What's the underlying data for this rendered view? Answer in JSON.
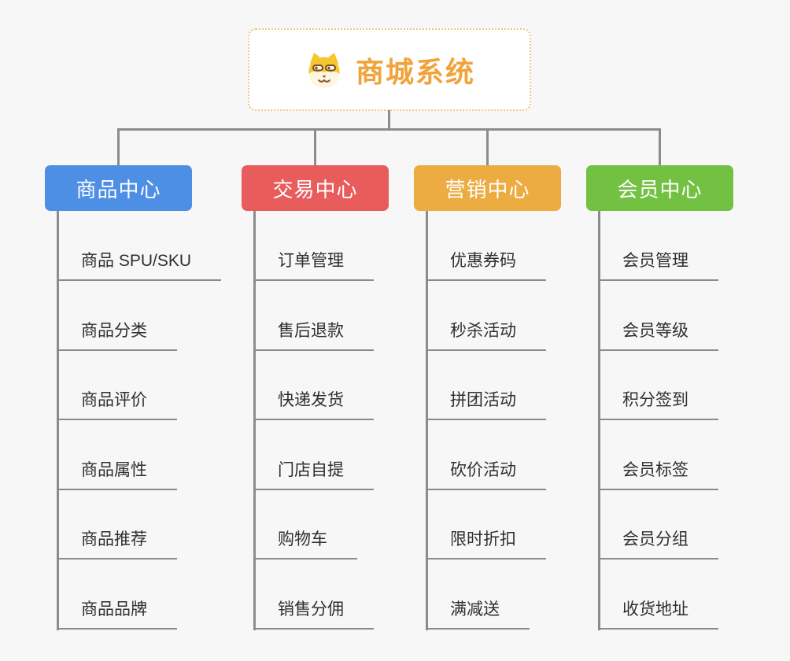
{
  "root": {
    "title": "商城系统",
    "icon": "shiba-dog-icon"
  },
  "colors": {
    "background": "#f7f7f7",
    "connector": "#8c8c8c",
    "root_border": "#f0c583",
    "root_text": "#f1a33b",
    "item_text": "#2f2f2f"
  },
  "branches": [
    {
      "label": "商品中心",
      "color": "#4d8fe4",
      "items": [
        "商品 SPU/SKU",
        "商品分类",
        "商品评价",
        "商品属性",
        "商品推荐",
        "商品品牌"
      ]
    },
    {
      "label": "交易中心",
      "color": "#e85c5c",
      "items": [
        "订单管理",
        "售后退款",
        "快递发货",
        "门店自提",
        "购物车",
        "销售分佣"
      ]
    },
    {
      "label": "营销中心",
      "color": "#ecac41",
      "items": [
        "优惠券码",
        "秒杀活动",
        "拼团活动",
        "砍价活动",
        "限时折扣",
        "满减送"
      ]
    },
    {
      "label": "会员中心",
      "color": "#73c143",
      "items": [
        "会员管理",
        "会员等级",
        "积分签到",
        "会员标签",
        "会员分组",
        "收货地址"
      ]
    }
  ]
}
